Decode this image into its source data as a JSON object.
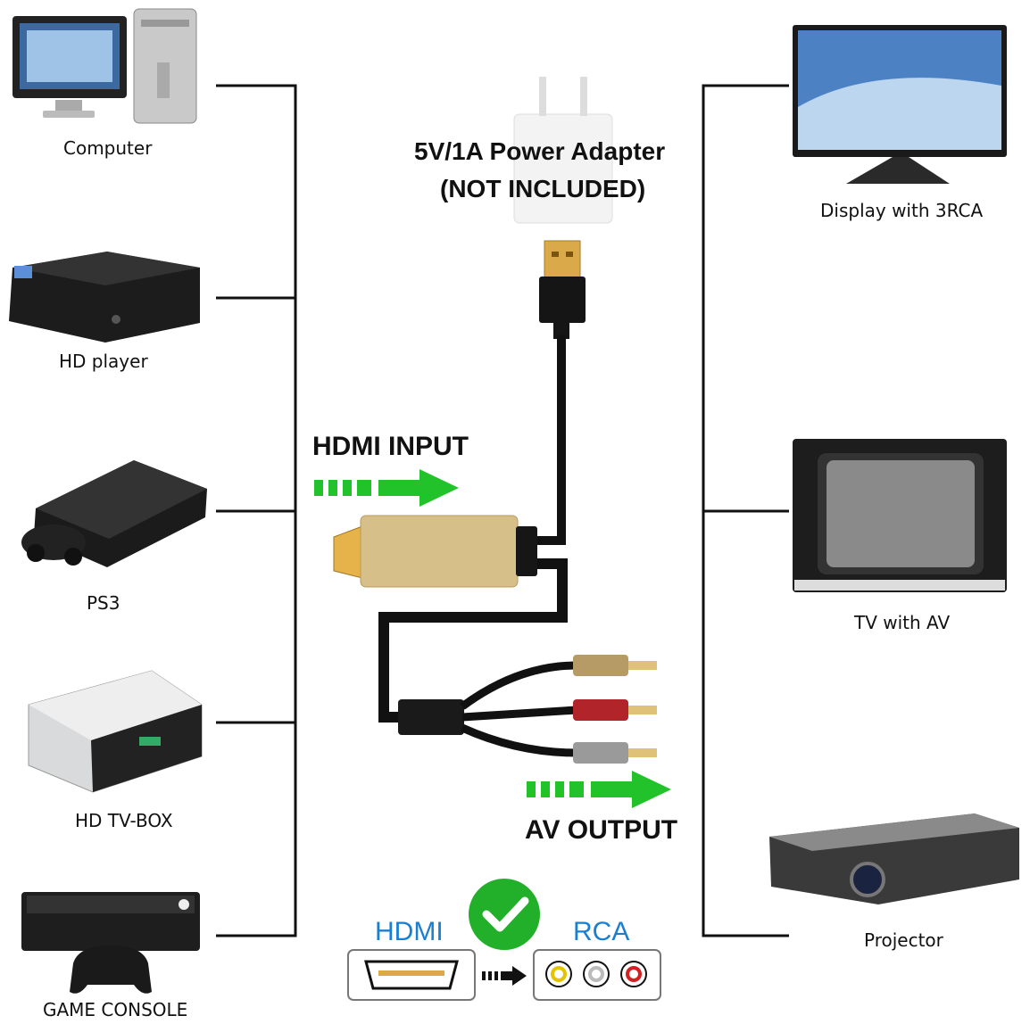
{
  "colors": {
    "line": "#111111",
    "arrow_green": "#22c22a",
    "check_green": "#22b02a",
    "label_blue": "#1a7fd0",
    "hdmi_gold": "#d7bf8a"
  },
  "sources": [
    {
      "label": "Computer",
      "icon": "computer-icon"
    },
    {
      "label": "HD player",
      "icon": "hd-player-icon"
    },
    {
      "label": "PS3",
      "icon": "ps3-icon"
    },
    {
      "label": "HD TV-BOX",
      "icon": "tv-box-icon"
    },
    {
      "label": "GAME CONSOLE",
      "icon": "game-console-icon"
    }
  ],
  "displays": [
    {
      "label": "Display with 3RCA",
      "icon": "monitor-icon"
    },
    {
      "label": "TV with AV",
      "icon": "crt-tv-icon"
    },
    {
      "label": "Projector",
      "icon": "projector-icon"
    }
  ],
  "power": {
    "line1": "5V/1A Power Adapter",
    "line2": "(NOT INCLUDED)"
  },
  "input_label": "HDMI INPUT",
  "output_label": "AV OUTPUT",
  "conversion": {
    "from": "HDMI",
    "to": "RCA"
  }
}
